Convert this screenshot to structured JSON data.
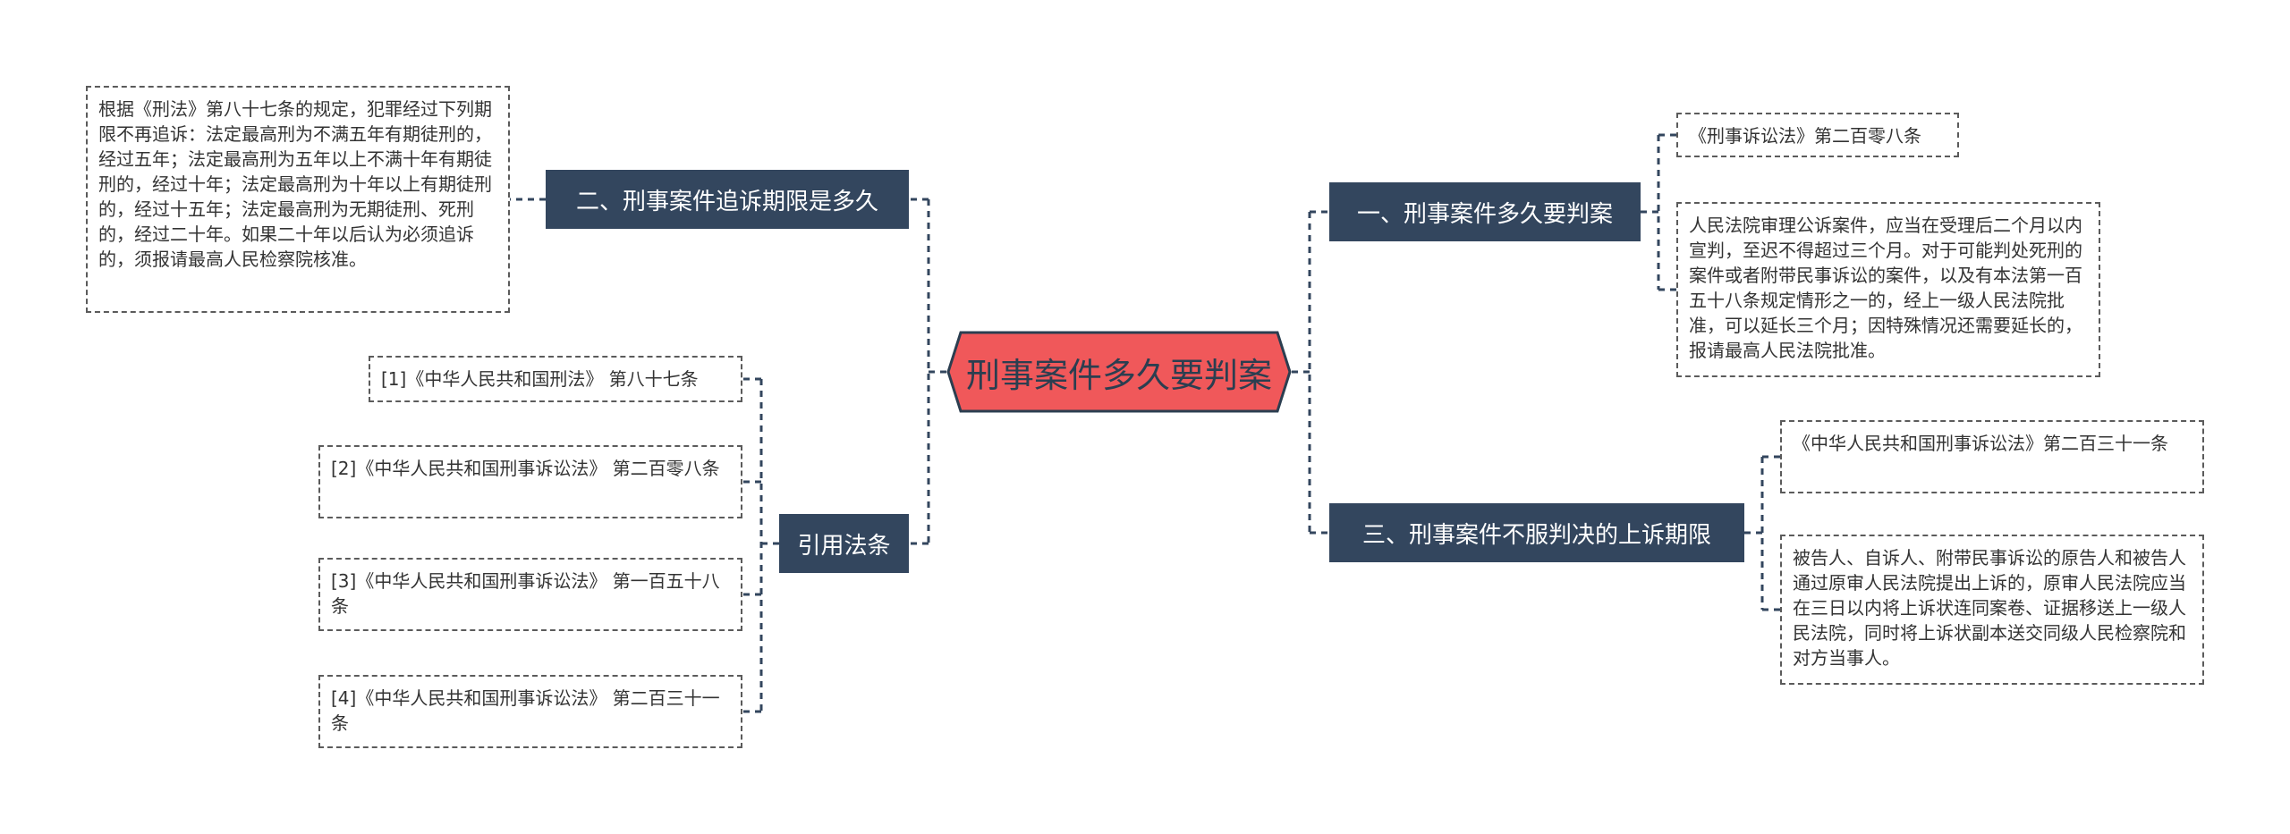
{
  "colors": {
    "center_fill": "#f0585a",
    "center_border": "#2b3e50",
    "branch_fill": "#33465e",
    "connector": "#33465e",
    "leaf_border": "#5b5b5b"
  },
  "center": {
    "title": "刑事案件多久要判案"
  },
  "left": {
    "branch1": {
      "title": "二、刑事案件追诉期限是多久",
      "content": "根据《刑法》第八十七条的规定，犯罪经过下列期限不再追诉：法定最高刑为不满五年有期徒刑的，经过五年；法定最高刑为五年以上不满十年有期徒刑的，经过十年；法定最高刑为十年以上有期徒刑的，经过十五年；法定最高刑为无期徒刑、死刑的，经过二十年。如果二十年以后认为必须追诉的，须报请最高人民检察院核准。"
    },
    "refs": {
      "title": "引用法条",
      "items": [
        "[1]《中华人民共和国刑法》 第八十七条",
        "[2]《中华人民共和国刑事诉讼法》 第二百零八条",
        "[3]《中华人民共和国刑事诉讼法》 第一百五十八条",
        "[4]《中华人民共和国刑事诉讼法》 第二百三十一条"
      ]
    }
  },
  "right": {
    "branch1": {
      "title": "一、刑事案件多久要判案",
      "items": [
        "《刑事诉讼法》第二百零八条",
        "人民法院审理公诉案件，应当在受理后二个月以内宣判，至迟不得超过三个月。对于可能判处死刑的案件或者附带民事诉讼的案件，以及有本法第一百五十八条规定情形之一的，经上一级人民法院批准，可以延长三个月；因特殊情况还需要延长的，报请最高人民法院批准。"
      ]
    },
    "branch3": {
      "title": "三、刑事案件不服判决的上诉期限",
      "items": [
        "《中华人民共和国刑事诉讼法》第二百三十一条",
        "被告人、自诉人、附带民事诉讼的原告人和被告人通过原审人民法院提出上诉的，原审人民法院应当在三日以内将上诉状连同案卷、证据移送上一级人民法院，同时将上诉状副本送交同级人民检察院和对方当事人。"
      ]
    }
  }
}
